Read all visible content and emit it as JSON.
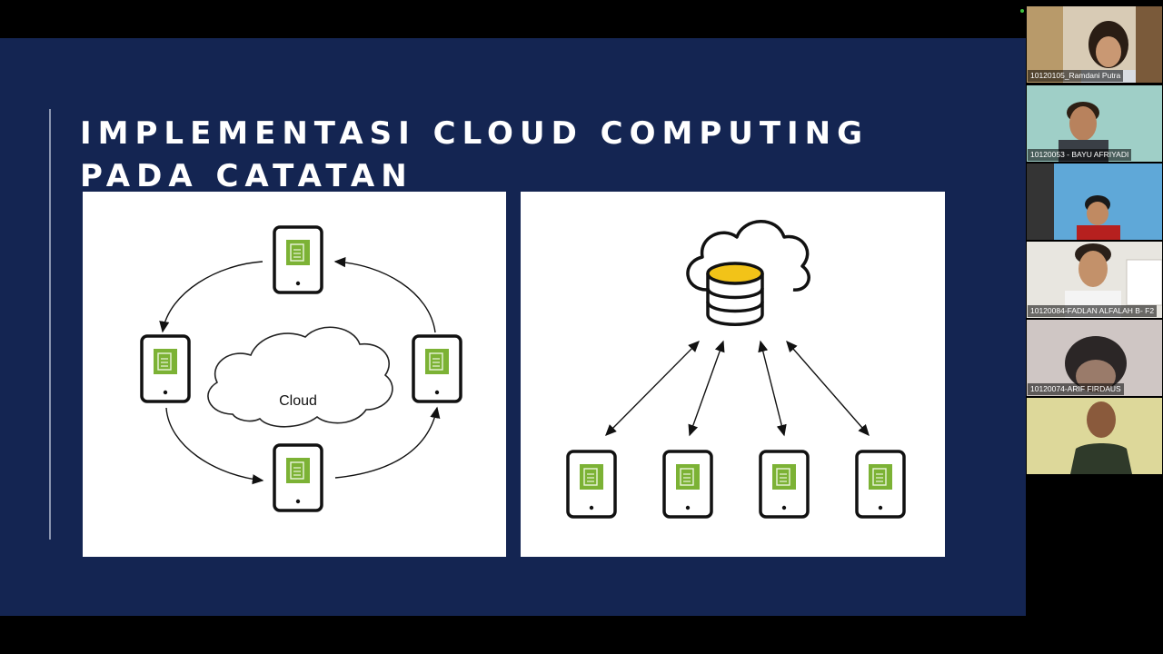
{
  "slide": {
    "title": "IMPLEMENTASI CLOUD COMPUTING PADA CATATAN",
    "left_diagram": {
      "cloud_label": "Cloud"
    }
  },
  "participants": [
    {
      "name": "10120105_Ramdani Putra"
    },
    {
      "name": "10120053 - BAYU AFRIYADI"
    },
    {
      "name": ""
    },
    {
      "name": "10120084-FADLAN ALFALAH B- F2"
    },
    {
      "name": "10120074-ARIF FIRDAUS"
    },
    {
      "name": ""
    }
  ],
  "colors": {
    "slide_background": "#142552",
    "document_icon_green": "#7cb235",
    "database_gold": "#f2c318"
  }
}
